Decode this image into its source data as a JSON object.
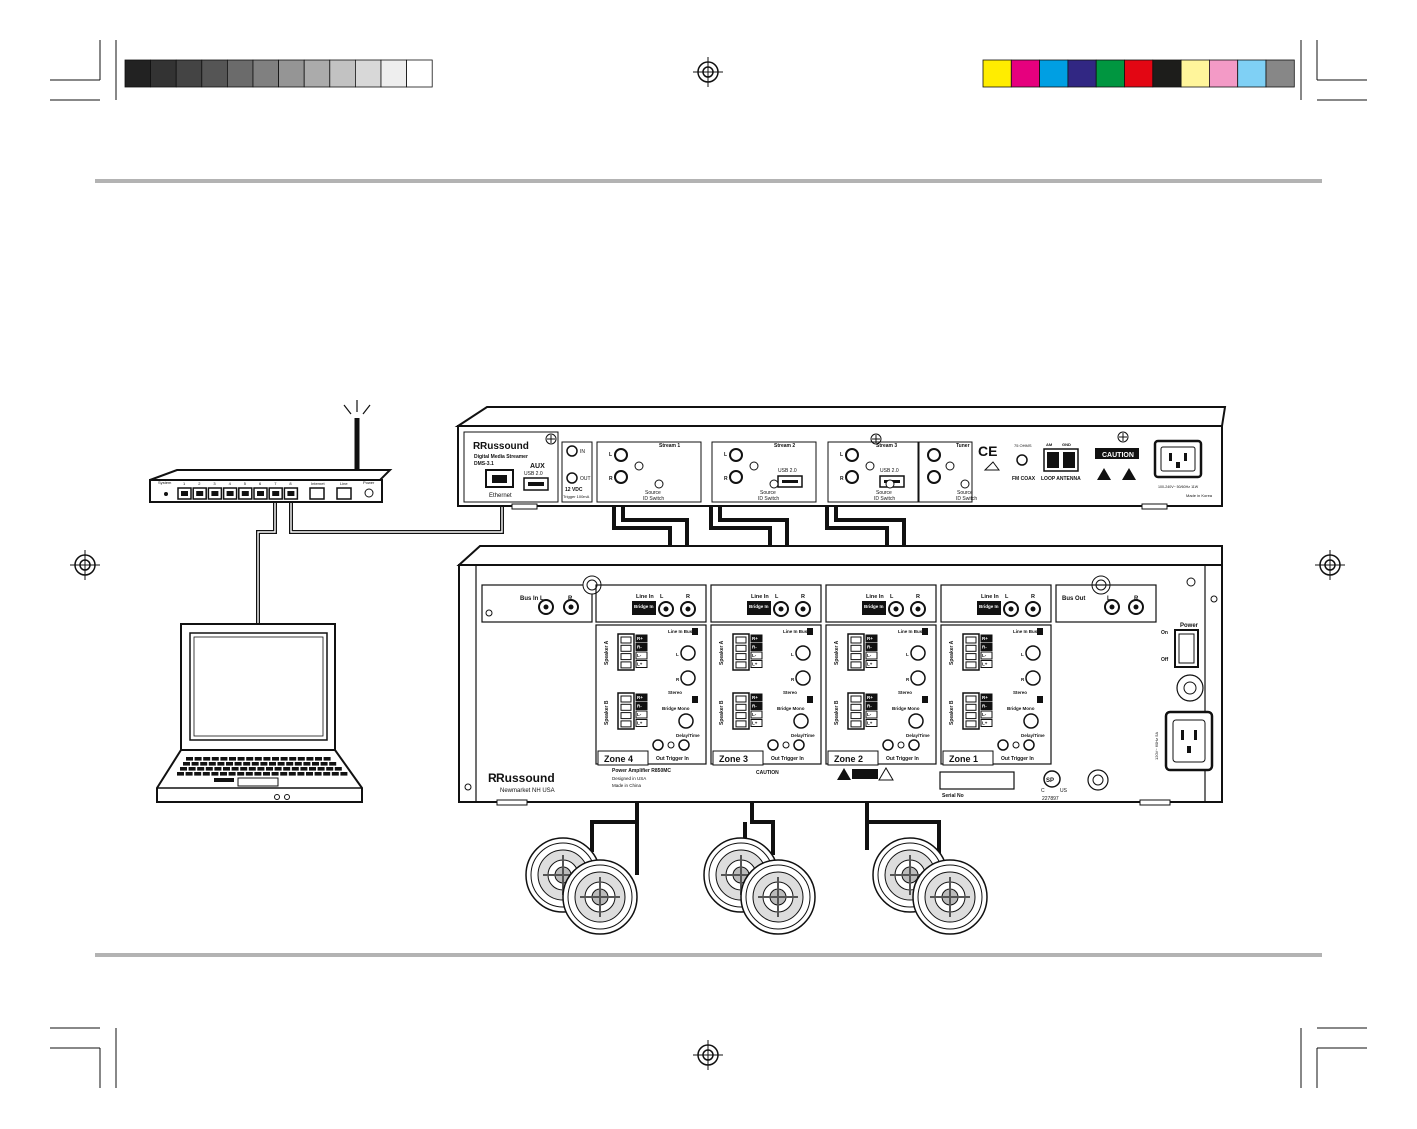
{
  "colors": {
    "gray_bar": [
      "#222222",
      "#333333",
      "#444444",
      "#555555",
      "#6b6b6b",
      "#808080",
      "#959595",
      "#ababab",
      "#c2c2c2",
      "#d8d8d8",
      "#eeeeee",
      "#ffffff"
    ],
    "color_bar": [
      "#ffed00",
      "#e6007e",
      "#009fe3",
      "#312783",
      "#009640",
      "#e30613",
      "#1d1d1b",
      "#fff59b",
      "#f39ac6",
      "#7fd0f5",
      "#878787"
    ],
    "rule": "#b3b3b3"
  },
  "router": {
    "label_system": "System",
    "port_numbers": [
      "1",
      "2",
      "3",
      "4",
      "5",
      "6",
      "7",
      "8"
    ],
    "label_internet": "Internet",
    "label_line": "Line",
    "label_power": "Power"
  },
  "streamer": {
    "brand": "Russound",
    "model_name": "Digital Media Streamer",
    "model": "DMS-3.1",
    "ethernet": "Ethernet",
    "aux": "AUX",
    "usb": "USB 2.0",
    "trig_in": "IN",
    "trig_out": "OUT",
    "vdc": "12 VDC",
    "trigger_ma": "Trigger 100mA",
    "streams": [
      "Stream 1",
      "Stream 2",
      "Stream 3"
    ],
    "tuner": "Tuner",
    "source_id": "Source",
    "id_switch": "ID Switch",
    "l": "L",
    "r": "R",
    "ohms": "75 OHMS",
    "fm_coax": "FM COAX",
    "am": "AM",
    "gnd": "GND",
    "loop_antenna": "LOOP ANTENNA",
    "caution": "CAUTION",
    "ce": "CE",
    "made_in": "Made in Korea",
    "voltage": "100-240V~ 50/60Hz 11W"
  },
  "amp": {
    "bus_in": "Bus In",
    "bus_out": "Bus Out",
    "line_in": "Line In",
    "bridge_in": "Bridge In",
    "speaker_a": "Speaker A",
    "speaker_b": "Speaker B",
    "terminals": [
      "R+",
      "R-",
      "L-",
      "L+"
    ],
    "line_in_bus_in": "Line In Bus In",
    "stereo": "Stereo",
    "bridge_mono": "Bridge Mono",
    "delay_time": "Delay/Time",
    "out_trigger_in": "Out Trigger In",
    "zones": [
      "Zone 4",
      "Zone 3",
      "Zone 2",
      "Zone 1"
    ],
    "power": "Power",
    "on": "On",
    "off": "Off",
    "brand": "Russound",
    "city": "Newmarket NH USA",
    "model_line": "Power Amplifier R850MC",
    "designed": "Designed in USA",
    "made_in": "Made in China",
    "caution": "CAUTION",
    "serial": "Serial No",
    "csa_number": "227897",
    "c": "C",
    "us": "US",
    "mains": "120V~ 60Hz 5A"
  }
}
